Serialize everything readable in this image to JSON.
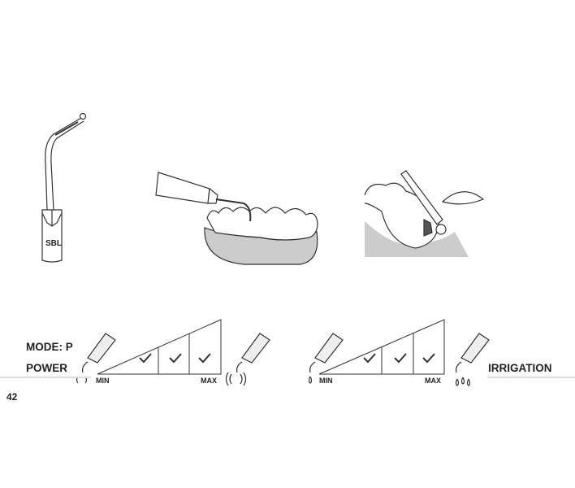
{
  "tip_label": "SBL",
  "mode_label": "MODE: P",
  "power_label": "POWER",
  "irrigation_label": "IRRIGATION",
  "power_scale": {
    "min_label": "MIN",
    "max_label": "MAX",
    "checked_levels": 3,
    "total_levels": 3
  },
  "irrigation_scale": {
    "min_label": "MIN",
    "max_label": "MAX",
    "checked_levels": 3,
    "total_levels": 3
  },
  "page_number": "42"
}
